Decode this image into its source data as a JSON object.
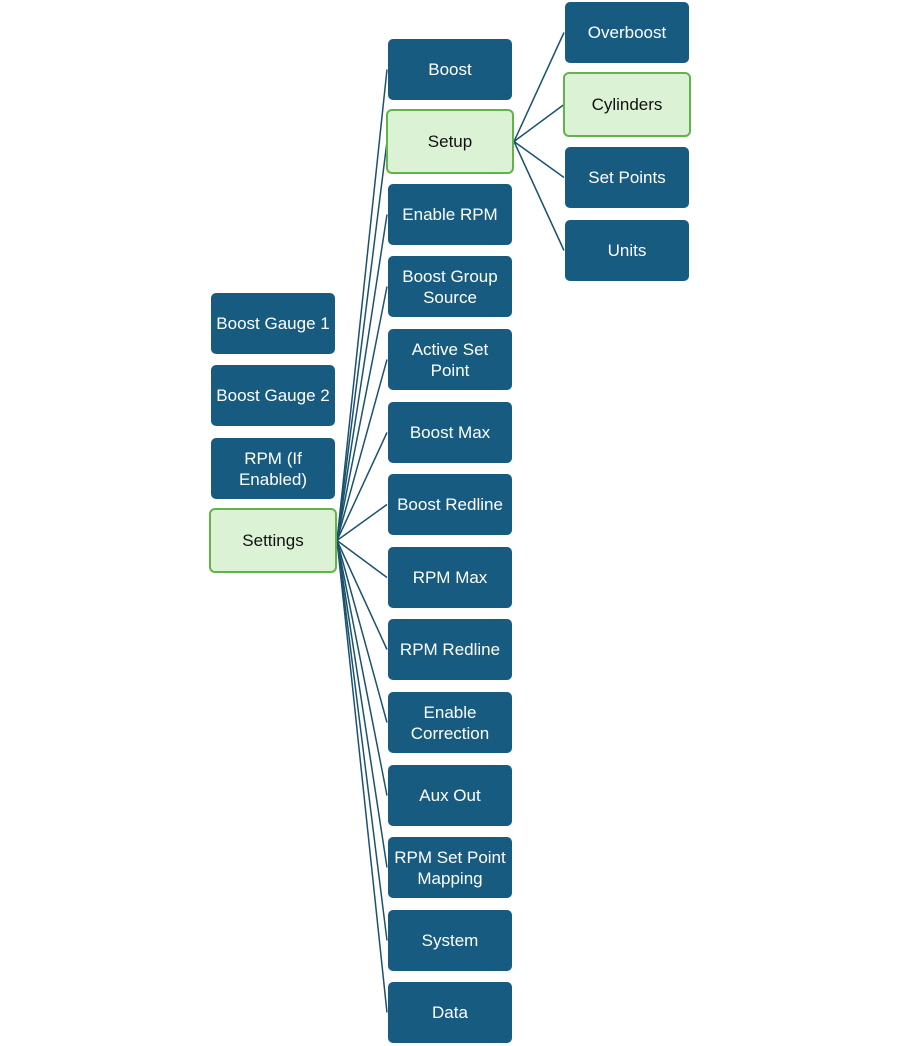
{
  "colors": {
    "node_fill": "#175c80",
    "node_text": "#ffffff",
    "selected_fill": "#dcf2d5",
    "selected_border": "#62b34a",
    "selected_text": "#111111",
    "connector": "#1a5270"
  },
  "root_menu": [
    {
      "label": "Boost Gauge 1",
      "selected": false
    },
    {
      "label": "Boost Gauge 2",
      "selected": false
    },
    {
      "label": "RPM (If Enabled)",
      "selected": false
    },
    {
      "label": "Settings",
      "selected": true
    }
  ],
  "settings_menu": [
    {
      "label": "Boost",
      "selected": false
    },
    {
      "label": "Setup",
      "selected": true
    },
    {
      "label": "Enable RPM",
      "selected": false
    },
    {
      "label": "Boost Group Source",
      "selected": false
    },
    {
      "label": "Active Set Point",
      "selected": false
    },
    {
      "label": "Boost Max",
      "selected": false
    },
    {
      "label": "Boost Redline",
      "selected": false
    },
    {
      "label": "RPM Max",
      "selected": false
    },
    {
      "label": "RPM Redline",
      "selected": false
    },
    {
      "label": "Enable Correction",
      "selected": false
    },
    {
      "label": "Aux Out",
      "selected": false
    },
    {
      "label": "RPM Set Point Mapping",
      "selected": false
    },
    {
      "label": "System",
      "selected": false
    },
    {
      "label": "Data",
      "selected": false
    }
  ],
  "setup_menu": [
    {
      "label": "Overboost",
      "selected": false
    },
    {
      "label": "Cylinders",
      "selected": true
    },
    {
      "label": "Set Points",
      "selected": false
    },
    {
      "label": "Units",
      "selected": false
    }
  ]
}
